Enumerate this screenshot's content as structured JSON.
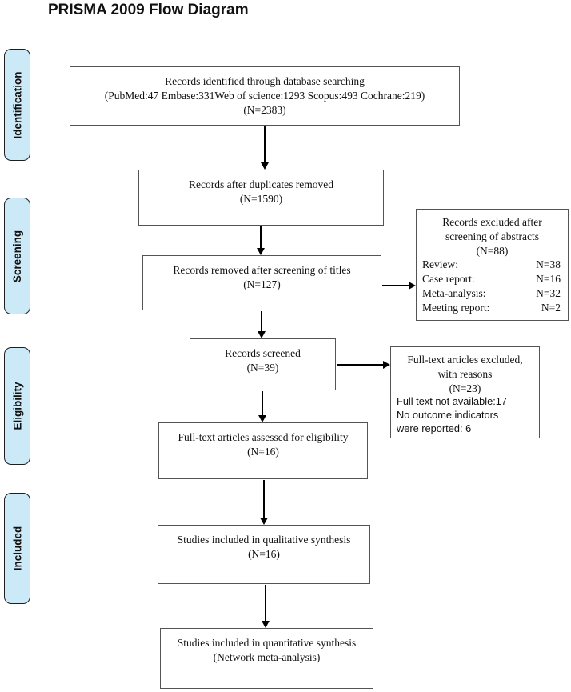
{
  "title": "PRISMA 2009 Flow Diagram",
  "colors": {
    "stage_fill": "#cce9f8",
    "stage_border": "#1f1f1f",
    "box_border": "#545454",
    "arrow": "#000000"
  },
  "stages": [
    {
      "label": "Identification"
    },
    {
      "label": "Screening"
    },
    {
      "label": "Eligibility"
    },
    {
      "label": "Included"
    }
  ],
  "boxes": {
    "identified": {
      "line1": "Records identified through database searching",
      "line2": "(PubMed:47 Embase:331Web of science:1293 Scopus:493 Cochrane:219)",
      "line3": "(N=2383)"
    },
    "duplicates_removed": {
      "line1": "Records after duplicates removed",
      "line2": "(N=1590)"
    },
    "titles_removed": {
      "line1": "Records removed after screening of titles",
      "line2": "(N=127)"
    },
    "abstract_excluded": {
      "line1": "Records excluded after",
      "line2": "screening of abstracts",
      "line3": "(N=88)",
      "reasons": [
        {
          "label": "Review:",
          "value": "N=38"
        },
        {
          "label": "Case report:",
          "value": "N=16"
        },
        {
          "label": "Meta-analysis:",
          "value": "N=32"
        },
        {
          "label": "Meeting report:",
          "value": "N=2"
        }
      ]
    },
    "records_screened": {
      "line1": "Records screened",
      "line2": "(N=39)"
    },
    "fulltext_excluded": {
      "line1": "Full-text articles excluded,",
      "line2": "with reasons",
      "line3": "(N=23)",
      "reason_lines": [
        "Full text not available:17",
        "No outcome indicators",
        "were reported: 6"
      ]
    },
    "fulltext_assessed": {
      "line1": "Full-text articles assessed for eligibility",
      "line2": "(N=16)"
    },
    "qualitative": {
      "line1": "Studies included in qualitative synthesis",
      "line2": "(N=16)"
    },
    "quantitative": {
      "line1": "Studies included in quantitative synthesis",
      "line2": "(Network meta-analysis)"
    }
  }
}
